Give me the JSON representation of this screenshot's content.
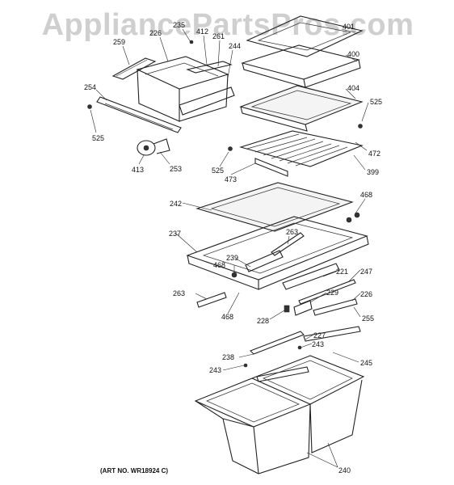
{
  "watermark": "AppliancePartsPros.com",
  "art_number": "(ART NO. WR18924 C)",
  "callouts": {
    "p259": "259",
    "p226a": "226",
    "p235": "235",
    "p412": "412",
    "p261": "261",
    "p244": "244",
    "p254": "254",
    "p525a": "525",
    "p413": "413",
    "p253": "253",
    "p401": "401",
    "p400": "400",
    "p404": "404",
    "p525b": "525",
    "p472": "472",
    "p399": "399",
    "p525c": "525",
    "p473": "473",
    "p242": "242",
    "p468a": "468",
    "p237": "237",
    "p263a": "263",
    "p239": "239",
    "p468b": "468",
    "p221": "221",
    "p247": "247",
    "p263b": "263",
    "p468c": "468",
    "p229": "229",
    "p226b": "226",
    "p228": "228",
    "p255": "255",
    "p227": "227",
    "p243a": "243",
    "p238": "238",
    "p245": "245",
    "p243b": "243",
    "p240": "240"
  }
}
